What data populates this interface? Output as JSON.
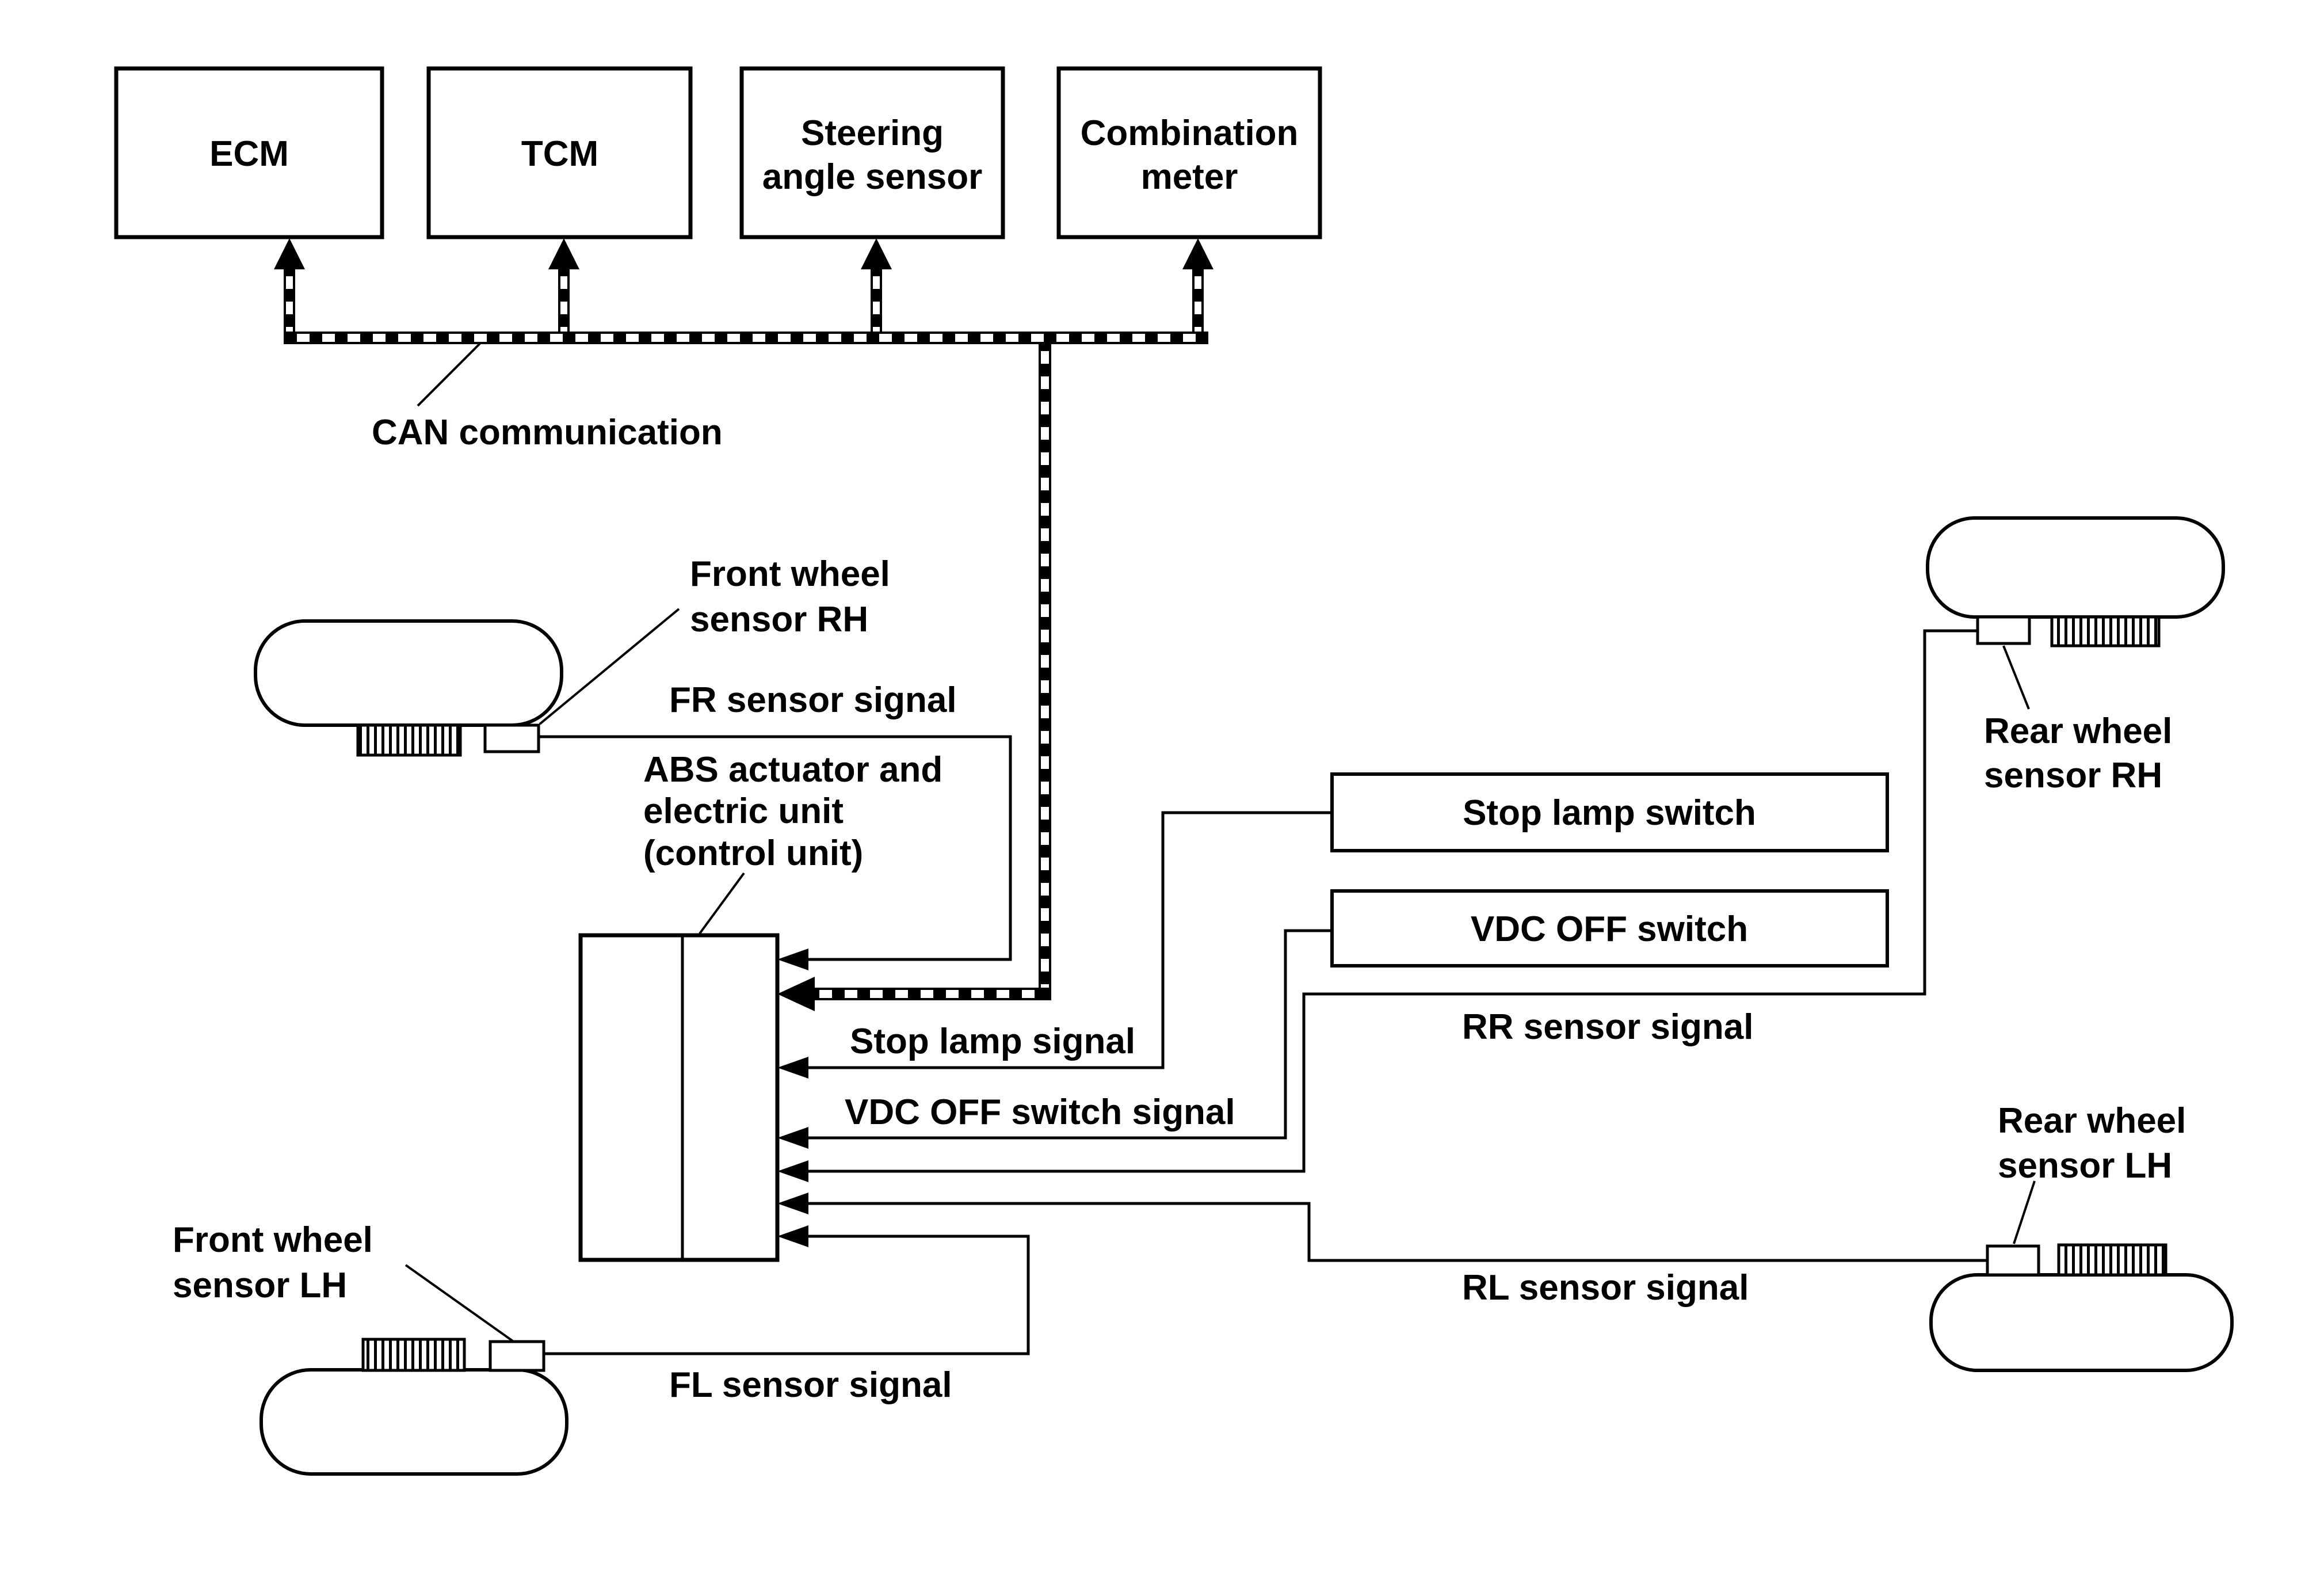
{
  "colors": {
    "line": "#000000",
    "background": "#ffffff"
  },
  "top_boxes": {
    "ecm": {
      "label": "ECM"
    },
    "tcm": {
      "label": "TCM"
    },
    "steering": {
      "line1": "Steering",
      "line2": "angle sensor"
    },
    "combo": {
      "line1": "Combination",
      "line2": "meter"
    }
  },
  "can": {
    "label": "CAN communication"
  },
  "abs_unit": {
    "line1": "ABS actuator and",
    "line2": "electric unit",
    "line3": "(control unit)"
  },
  "switches": {
    "stop_lamp": {
      "label": "Stop lamp switch"
    },
    "vdc_off": {
      "label": "VDC OFF switch"
    }
  },
  "signals": {
    "fr": "FR sensor signal",
    "stop": "Stop lamp signal",
    "vdc": "VDC OFF switch signal",
    "rr": "RR sensor signal",
    "rl": "RL sensor signal",
    "fl": "FL sensor signal"
  },
  "wheel_labels": {
    "front_rh": {
      "line1": "Front wheel",
      "line2": "sensor RH"
    },
    "front_lh": {
      "line1": "Front wheel",
      "line2": "sensor LH"
    },
    "rear_rh": {
      "line1": "Rear wheel",
      "line2": "sensor RH"
    },
    "rear_lh": {
      "line1": "Rear wheel",
      "line2": "sensor LH"
    }
  }
}
